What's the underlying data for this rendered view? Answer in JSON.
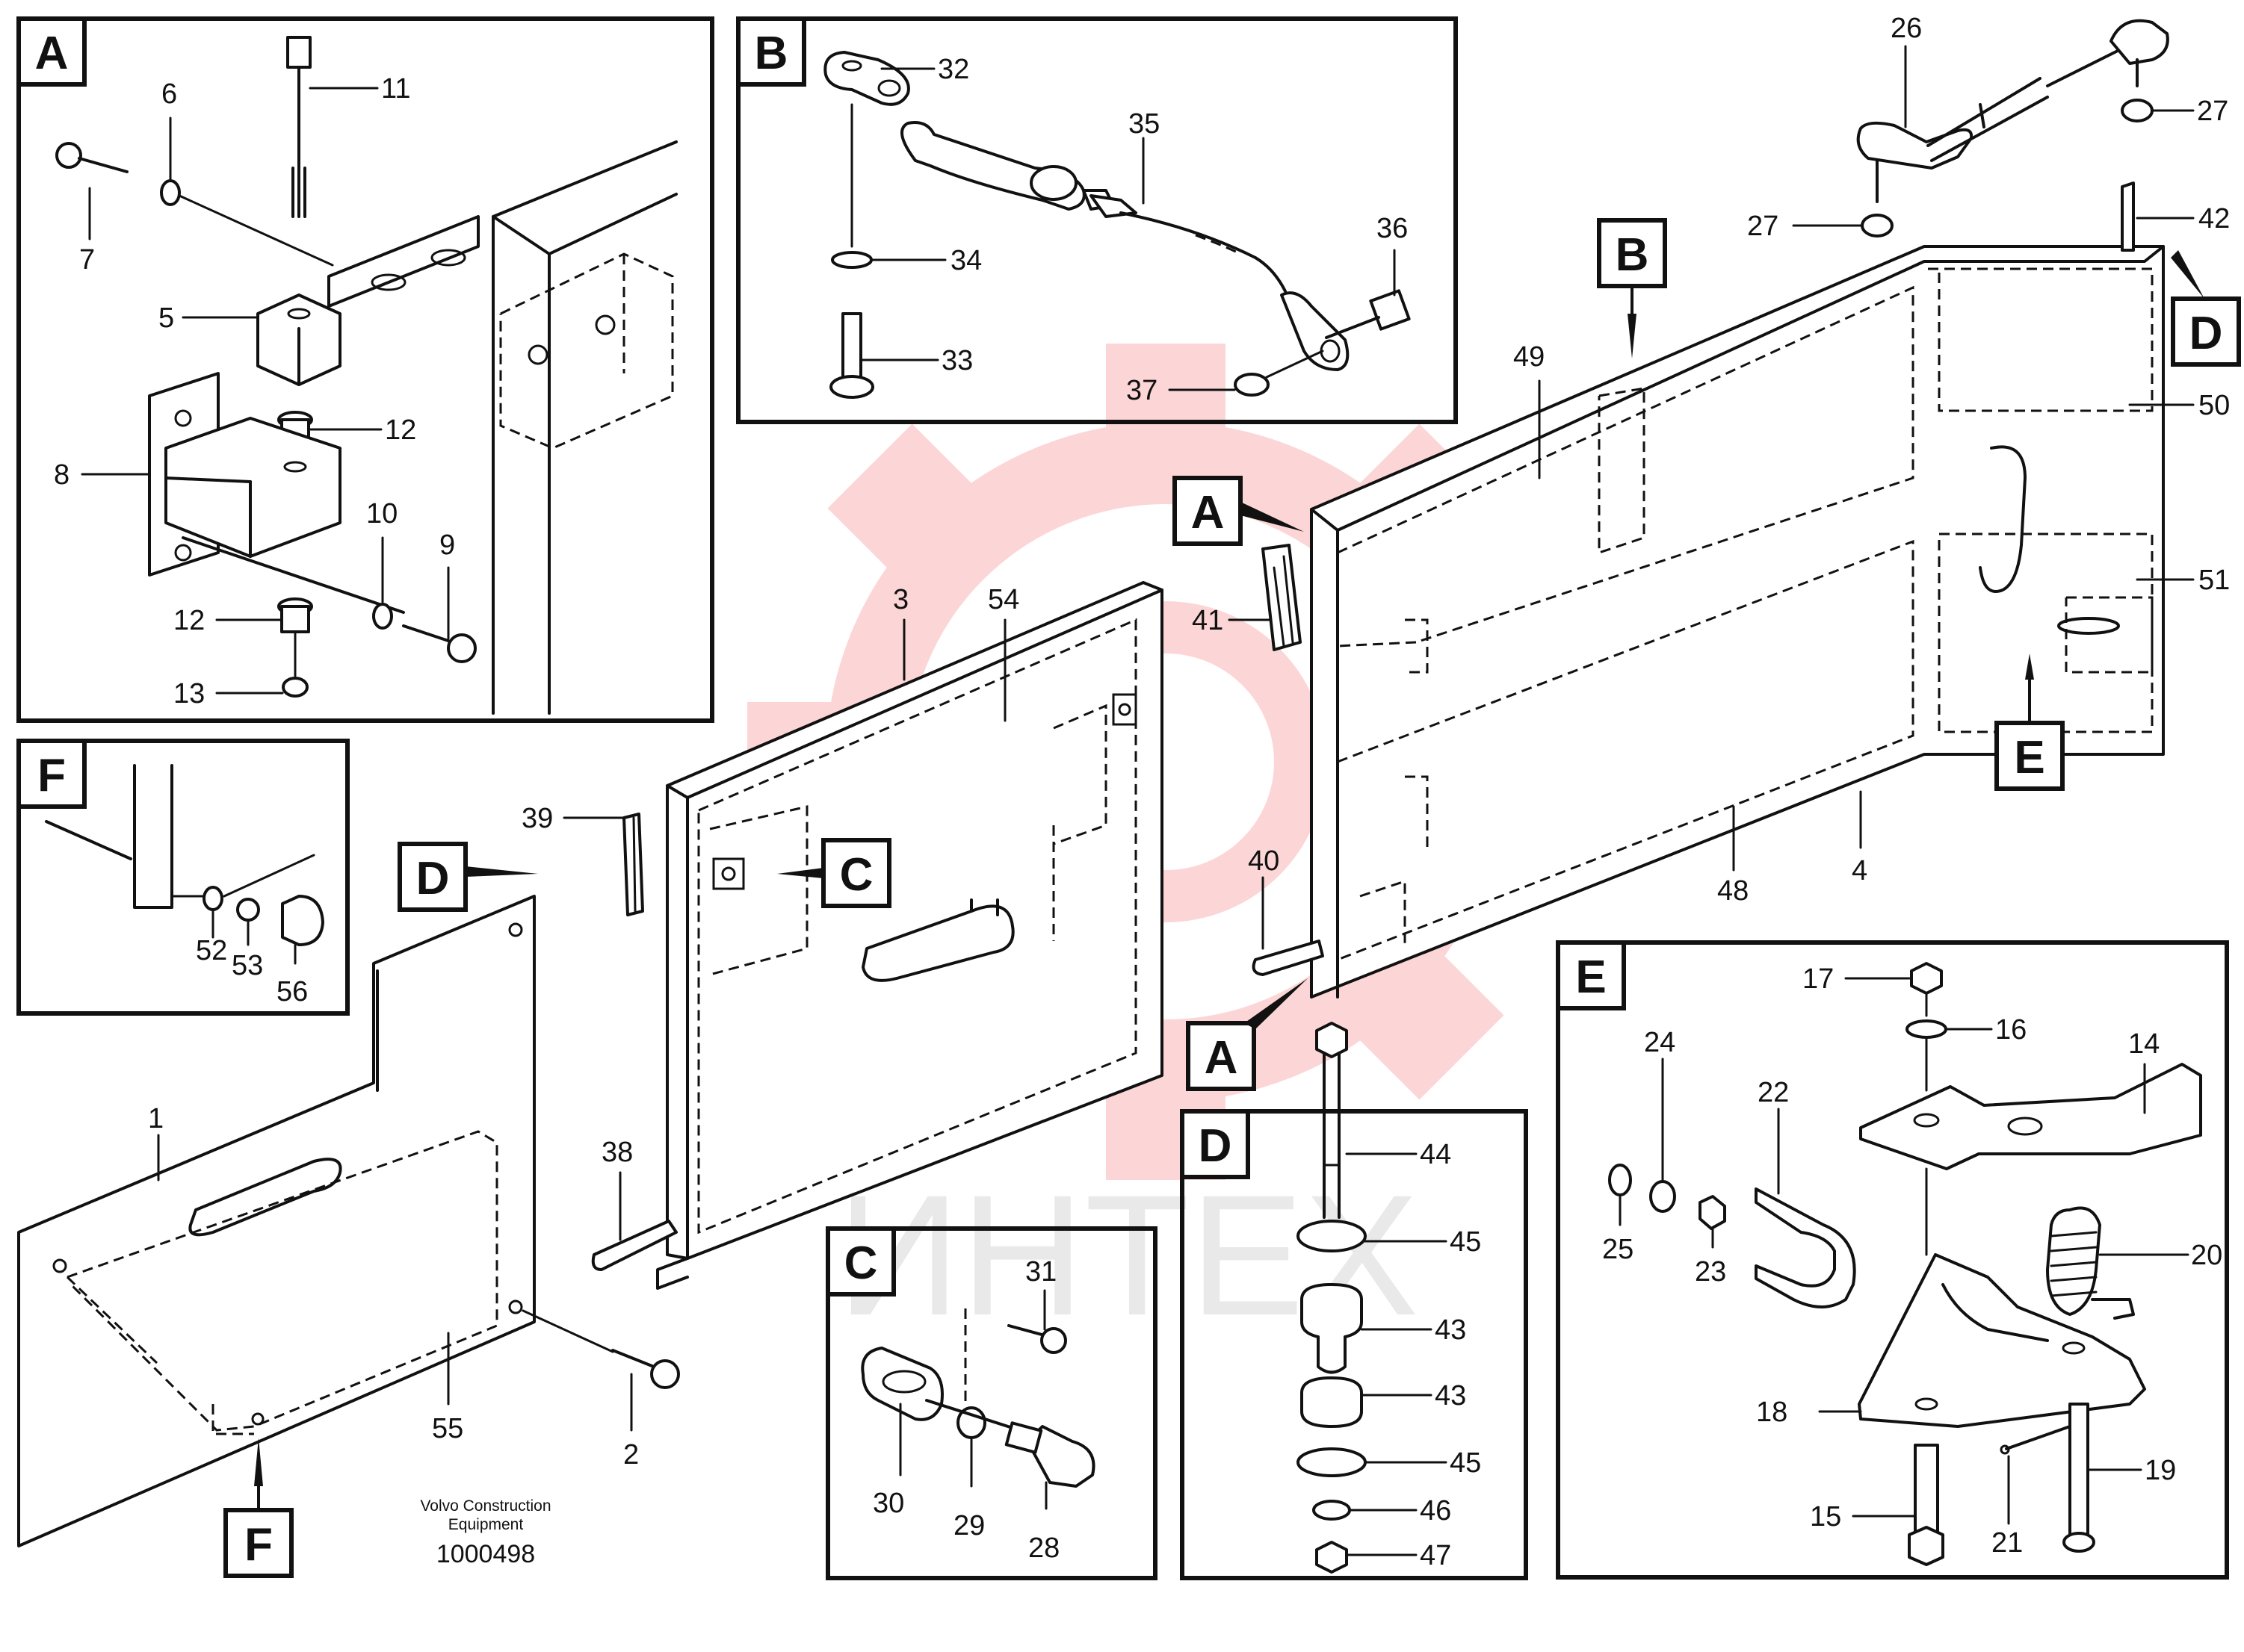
{
  "watermark": {
    "text": "ИНТЕХ",
    "color": "#f24b4b"
  },
  "footer": {
    "maker_line1": "Volvo Construction",
    "maker_line2": "Equipment",
    "drawing_no": "1000498"
  },
  "detail_letters": {
    "A": "A",
    "B": "B",
    "C": "C",
    "D": "D",
    "E": "E",
    "F": "F"
  },
  "parts": {
    "p1": "1",
    "p2": "2",
    "p3": "3",
    "p4": "4",
    "p5": "5",
    "p6": "6",
    "p7": "7",
    "p8": "8",
    "p9": "9",
    "p10": "10",
    "p11": "11",
    "p12": "12",
    "p13": "13",
    "p14": "14",
    "p15": "15",
    "p16": "16",
    "p17": "17",
    "p18": "18",
    "p19": "19",
    "p20": "20",
    "p21": "21",
    "p22": "22",
    "p23": "23",
    "p24": "24",
    "p25": "25",
    "p26": "26",
    "p27": "27",
    "p28": "28",
    "p29": "29",
    "p30": "30",
    "p31": "31",
    "p32": "32",
    "p33": "33",
    "p34": "34",
    "p35": "35",
    "p36": "36",
    "p37": "37",
    "p38": "38",
    "p39": "39",
    "p40": "40",
    "p41": "41",
    "p42": "42",
    "p43": "43",
    "p44": "44",
    "p45": "45",
    "p46": "46",
    "p47": "47",
    "p48": "48",
    "p49": "49",
    "p50": "50",
    "p51": "51",
    "p52": "52",
    "p53": "53",
    "p54": "54",
    "p55": "55",
    "p56": "56"
  }
}
